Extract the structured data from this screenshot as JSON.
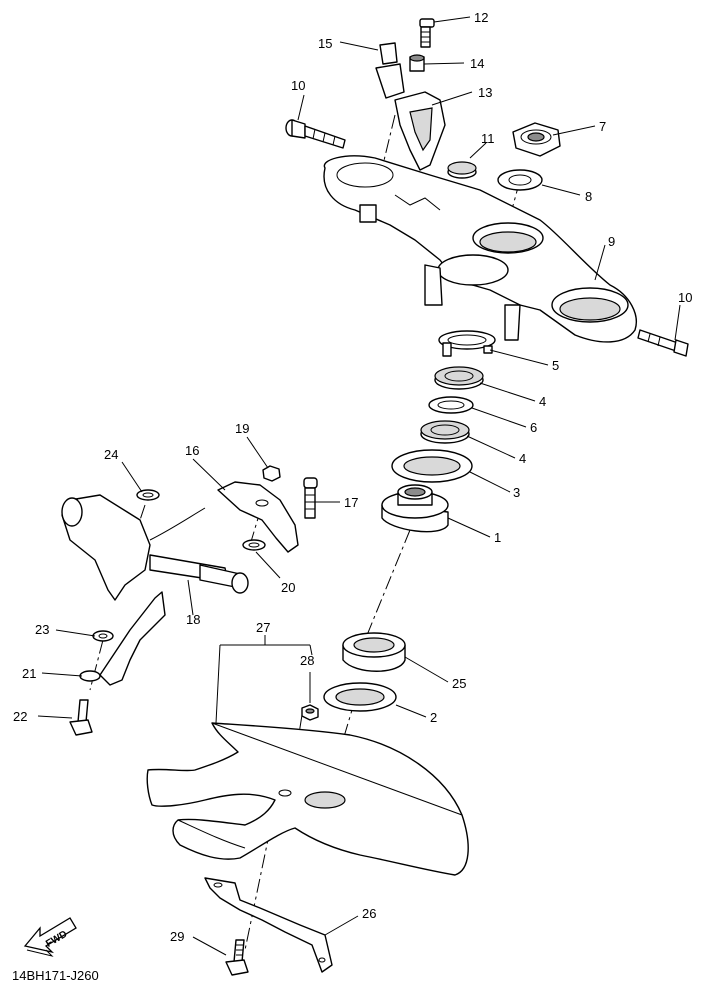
{
  "diagram_code": "14BH171-J260",
  "fwd_label": "FWD",
  "callouts": {
    "p1": "1",
    "p2": "2",
    "p3": "3",
    "p4a": "4",
    "p4b": "4",
    "p5": "5",
    "p6": "6",
    "p7": "7",
    "p8": "8",
    "p9": "9",
    "p10a": "10",
    "p10b": "10",
    "p11": "11",
    "p12": "12",
    "p13": "13",
    "p14": "14",
    "p15": "15",
    "p16": "16",
    "p17": "17",
    "p18": "18",
    "p19": "19",
    "p20": "20",
    "p21": "21",
    "p22": "22",
    "p23": "23",
    "p24": "24",
    "p25": "25",
    "p26": "26",
    "p27": "27",
    "p28": "28",
    "p29": "29"
  }
}
